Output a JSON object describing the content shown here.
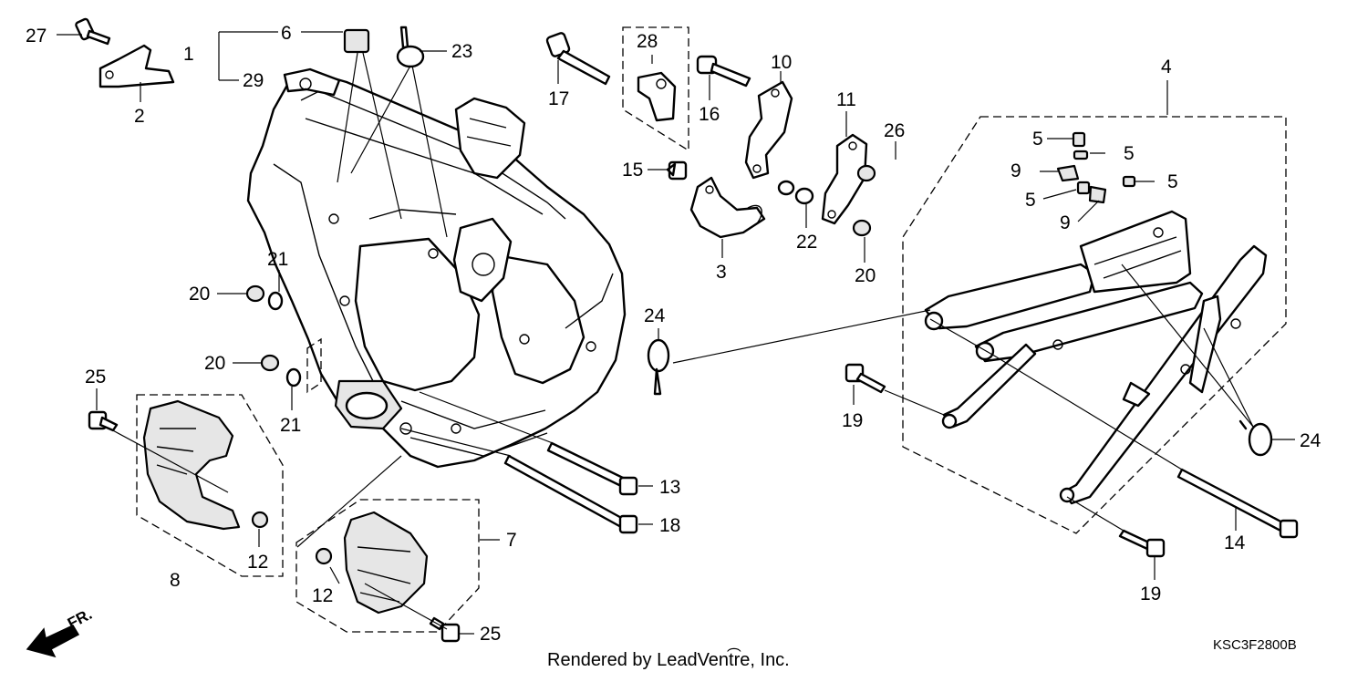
{
  "callouts": {
    "c1": "1",
    "c2": "2",
    "c3": "3",
    "c4": "4",
    "c5a": "5",
    "c5b": "5",
    "c5c": "5",
    "c5d": "5",
    "c6": "6",
    "c7": "7",
    "c8": "8",
    "c9a": "9",
    "c9b": "9",
    "c10": "10",
    "c11": "11",
    "c12a": "12",
    "c12b": "12",
    "c13": "13",
    "c14": "14",
    "c15": "15",
    "c16": "16",
    "c17": "17",
    "c18": "18",
    "c19a": "19",
    "c19b": "19",
    "c20a": "20",
    "c20b": "20",
    "c20c": "20",
    "c21a": "21",
    "c21b": "21",
    "c22": "22",
    "c23": "23",
    "c24a": "24",
    "c24b": "24",
    "c25a": "25",
    "c25b": "25",
    "c26": "26",
    "c27": "27",
    "c28": "28",
    "c29": "29"
  },
  "direction_label": "FR.",
  "footer_text": "Rendered by LeadVent͡re, Inc.",
  "diagram_code": "KSC3F2800B"
}
